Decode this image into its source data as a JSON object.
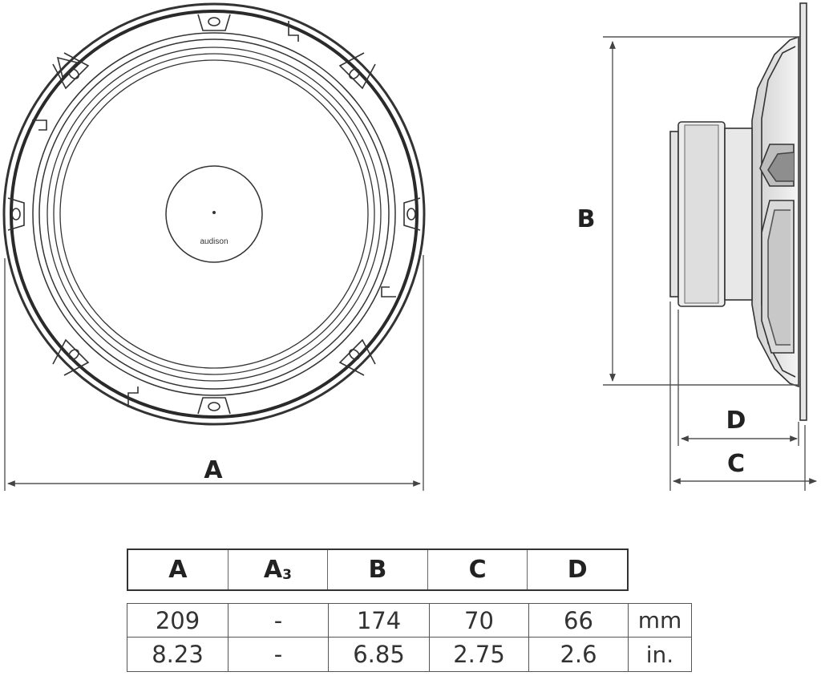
{
  "diagram": {
    "brand_label": "audison",
    "dimension_labels": {
      "a": "A",
      "b": "B",
      "c": "C",
      "d": "D"
    }
  },
  "dimensions_table": {
    "headers": [
      {
        "main": "A",
        "sub": ""
      },
      {
        "main": "A",
        "sub": "3"
      },
      {
        "main": "B",
        "sub": ""
      },
      {
        "main": "C",
        "sub": ""
      },
      {
        "main": "D",
        "sub": ""
      }
    ],
    "rows": [
      {
        "values": [
          "209",
          "-",
          "174",
          "70",
          "66"
        ],
        "unit": "mm"
      },
      {
        "values": [
          "8.23",
          "-",
          "6.85",
          "2.75",
          "2.6"
        ],
        "unit": "in."
      }
    ]
  }
}
